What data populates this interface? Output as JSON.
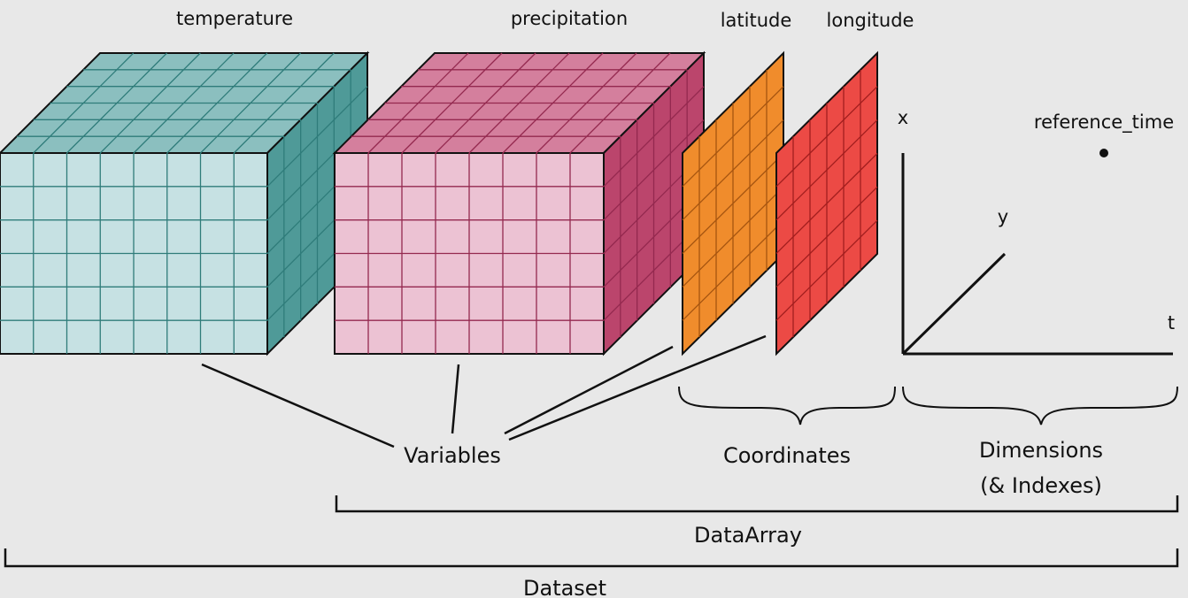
{
  "labels": {
    "temperature": "temperature",
    "precipitation": "precipitation",
    "latitude": "latitude",
    "longitude": "longitude",
    "axis_x": "x",
    "axis_y": "y",
    "axis_t": "t",
    "reference_time": "reference_time",
    "variables": "Variables",
    "coordinates": "Coordinates",
    "dimensions_line1": "Dimensions",
    "dimensions_line2": "(& Indexes)",
    "dataarray": "DataArray",
    "dataset": "Dataset"
  },
  "colors": {
    "background": "#e8e8e8",
    "temperature_front": "#c6e1e3",
    "temperature_top": "#8bbfbf",
    "temperature_side": "#4f9a98",
    "temperature_grid": "#2f7c7a",
    "precipitation_front": "#ecc2d3",
    "precipitation_top": "#d47f9d",
    "precipitation_side": "#bb456c",
    "precipitation_grid": "#94294f",
    "latitude_fill": "#f08c2c",
    "latitude_grid": "#a65510",
    "longitude_fill": "#ec4a45",
    "longitude_grid": "#a21e1e",
    "line": "#111111"
  }
}
